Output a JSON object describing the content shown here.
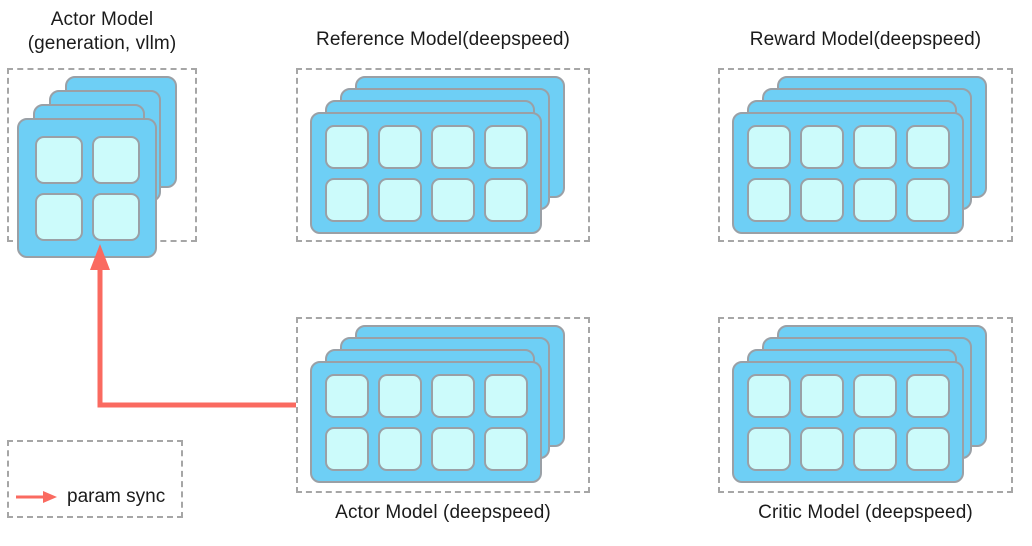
{
  "diagram": {
    "title_text": "",
    "accent_color": "#fa6a60",
    "card_color": "#6ecff5",
    "chip_color": "#ccfbfb",
    "border_color": "#9aa0a6",
    "dash_color": "#a6a6a6"
  },
  "groups": [
    {
      "id": "actor-vllm",
      "label": "Actor Model\n(generation, vllm)",
      "label_position": "above",
      "stack_count": 4,
      "chip_layout": "2x2",
      "chip_count": 4
    },
    {
      "id": "reference-model",
      "label": "Reference Model(deepspeed)",
      "label_position": "above",
      "stack_count": 4,
      "chip_layout": "4x2",
      "chip_count": 8
    },
    {
      "id": "reward-model",
      "label": "Reward Model(deepspeed)",
      "label_position": "above",
      "stack_count": 4,
      "chip_layout": "4x2",
      "chip_count": 8
    },
    {
      "id": "actor-deepspeed",
      "label": "Actor Model (deepspeed)",
      "label_position": "below",
      "stack_count": 4,
      "chip_layout": "4x2",
      "chip_count": 8
    },
    {
      "id": "critic-model",
      "label": "Critic Model (deepspeed)",
      "label_position": "below",
      "stack_count": 4,
      "chip_layout": "4x2",
      "chip_count": 8
    }
  ],
  "connections": [
    {
      "id": "param-sync-arrow",
      "from": "actor-deepspeed",
      "to": "actor-vllm",
      "label": "param sync",
      "color": "#fa6a60"
    }
  ],
  "legend": {
    "items": [
      {
        "id": "param-sync",
        "label": "param sync",
        "color": "#fa6a60",
        "symbol": "arrow-right-icon"
      }
    ]
  }
}
